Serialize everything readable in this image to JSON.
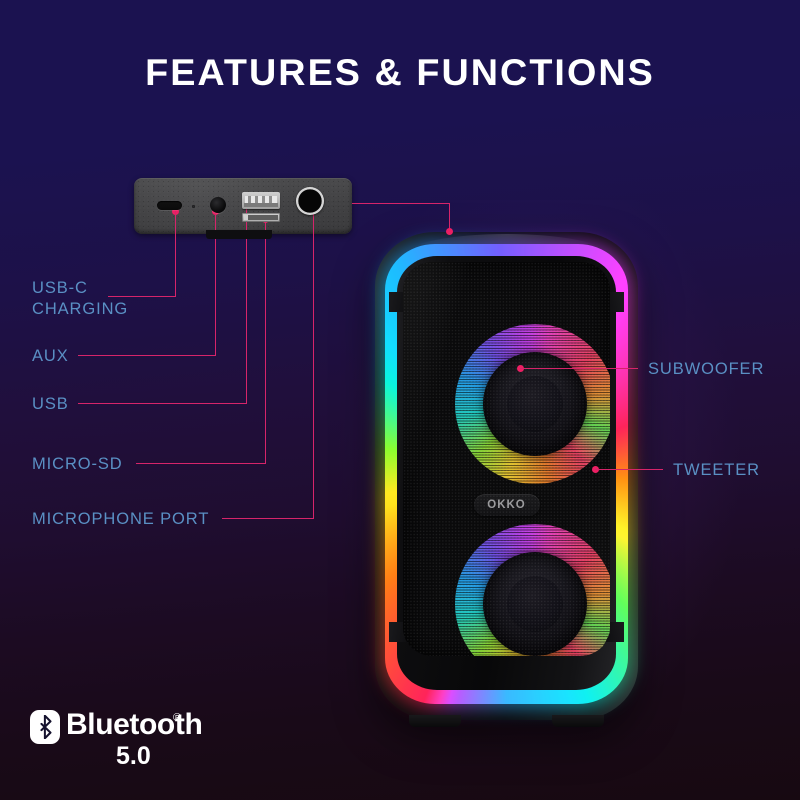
{
  "page": {
    "title": "FEATURES & FUNCTIONS",
    "background_top_color": "#1b1250",
    "background_bottom_color": "#170911",
    "accent_line_color": "#d6246a",
    "label_color": "#5a90c4"
  },
  "callouts": {
    "left": [
      {
        "id": "usb-c-charging",
        "label": "USB-C\nCHARGING"
      },
      {
        "id": "aux",
        "label": "AUX"
      },
      {
        "id": "usb",
        "label": "USB"
      },
      {
        "id": "micro-sd",
        "label": "MICRO-SD"
      },
      {
        "id": "microphone-port",
        "label": "MICROPHONE PORT"
      }
    ],
    "right": [
      {
        "id": "subwoofer",
        "label": "SUBWOOFER"
      },
      {
        "id": "tweeter",
        "label": "TWEETER"
      }
    ]
  },
  "port_panel": {
    "ports": [
      {
        "id": "usb-c",
        "icon": "usb-c-port-icon"
      },
      {
        "id": "led",
        "icon": "led-indicator-icon"
      },
      {
        "id": "aux",
        "icon": "aux-jack-icon"
      },
      {
        "id": "usb-a",
        "icon": "usb-a-port-icon"
      },
      {
        "id": "micro-sd",
        "icon": "micro-sd-slot-icon"
      },
      {
        "id": "mic",
        "icon": "microphone-jack-icon"
      }
    ]
  },
  "speaker": {
    "brand": "OKKO",
    "drivers": [
      {
        "id": "subwoofer",
        "position": "top"
      },
      {
        "id": "tweeter",
        "position": "bottom"
      }
    ]
  },
  "bluetooth": {
    "name": "Bluetooth",
    "registered_mark": "®",
    "version": "5.0"
  }
}
